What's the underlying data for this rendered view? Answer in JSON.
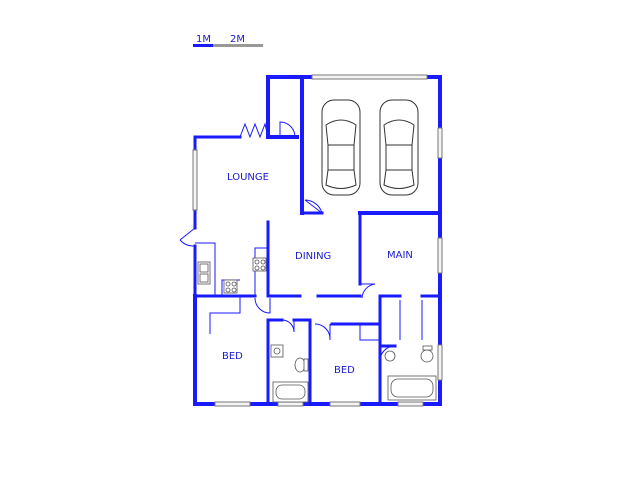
{
  "scale": {
    "label_1": "1M",
    "label_2": "2M"
  },
  "rooms": {
    "lounge": "LOUNGE",
    "dining": "DINING",
    "main": "MAIN",
    "bed_left": "BED",
    "bed_right": "BED"
  },
  "colors": {
    "wall": "#1a1aff",
    "text": "#1a1acc",
    "scale_bar": "#1a1aff",
    "scale_bar_alt": "#999999"
  },
  "icons": [
    "car-icon",
    "stove-icon",
    "sink-icon",
    "toilet-icon",
    "bathtub-icon",
    "door-swing-icon",
    "window-icon"
  ]
}
